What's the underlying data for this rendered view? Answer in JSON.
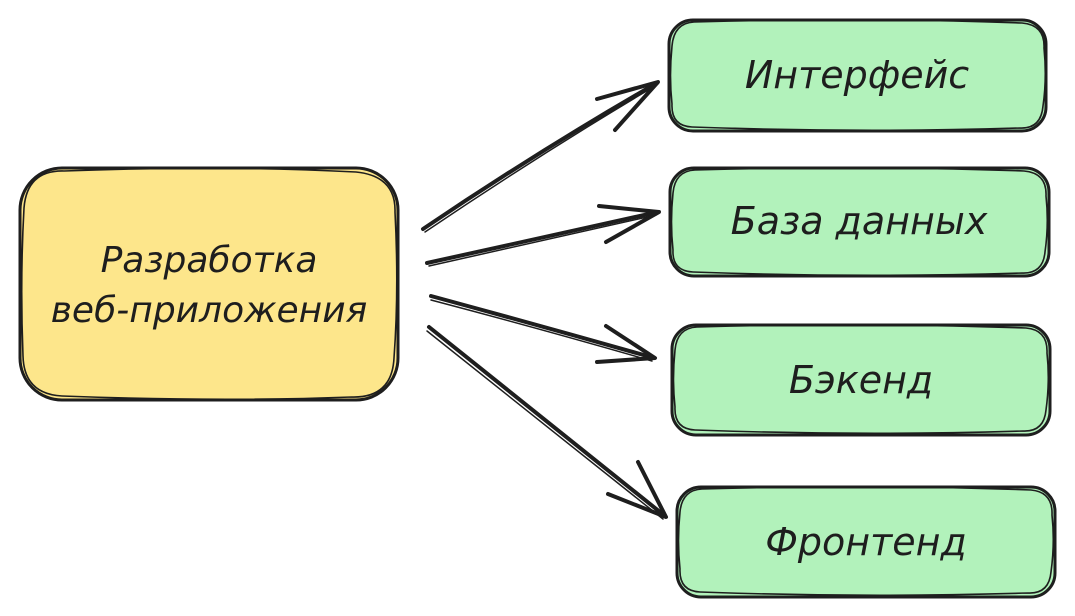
{
  "colors": {
    "root_fill": "#fde68b",
    "child_fill": "#b2f2bb",
    "stroke": "#1e1e1e"
  },
  "root": {
    "line1": "Разработка",
    "line2": "веб-приложения"
  },
  "children": [
    {
      "label": "Интерфейс"
    },
    {
      "label": "База данных"
    },
    {
      "label": "Бэкенд"
    },
    {
      "label": "Фронтенд"
    }
  ]
}
